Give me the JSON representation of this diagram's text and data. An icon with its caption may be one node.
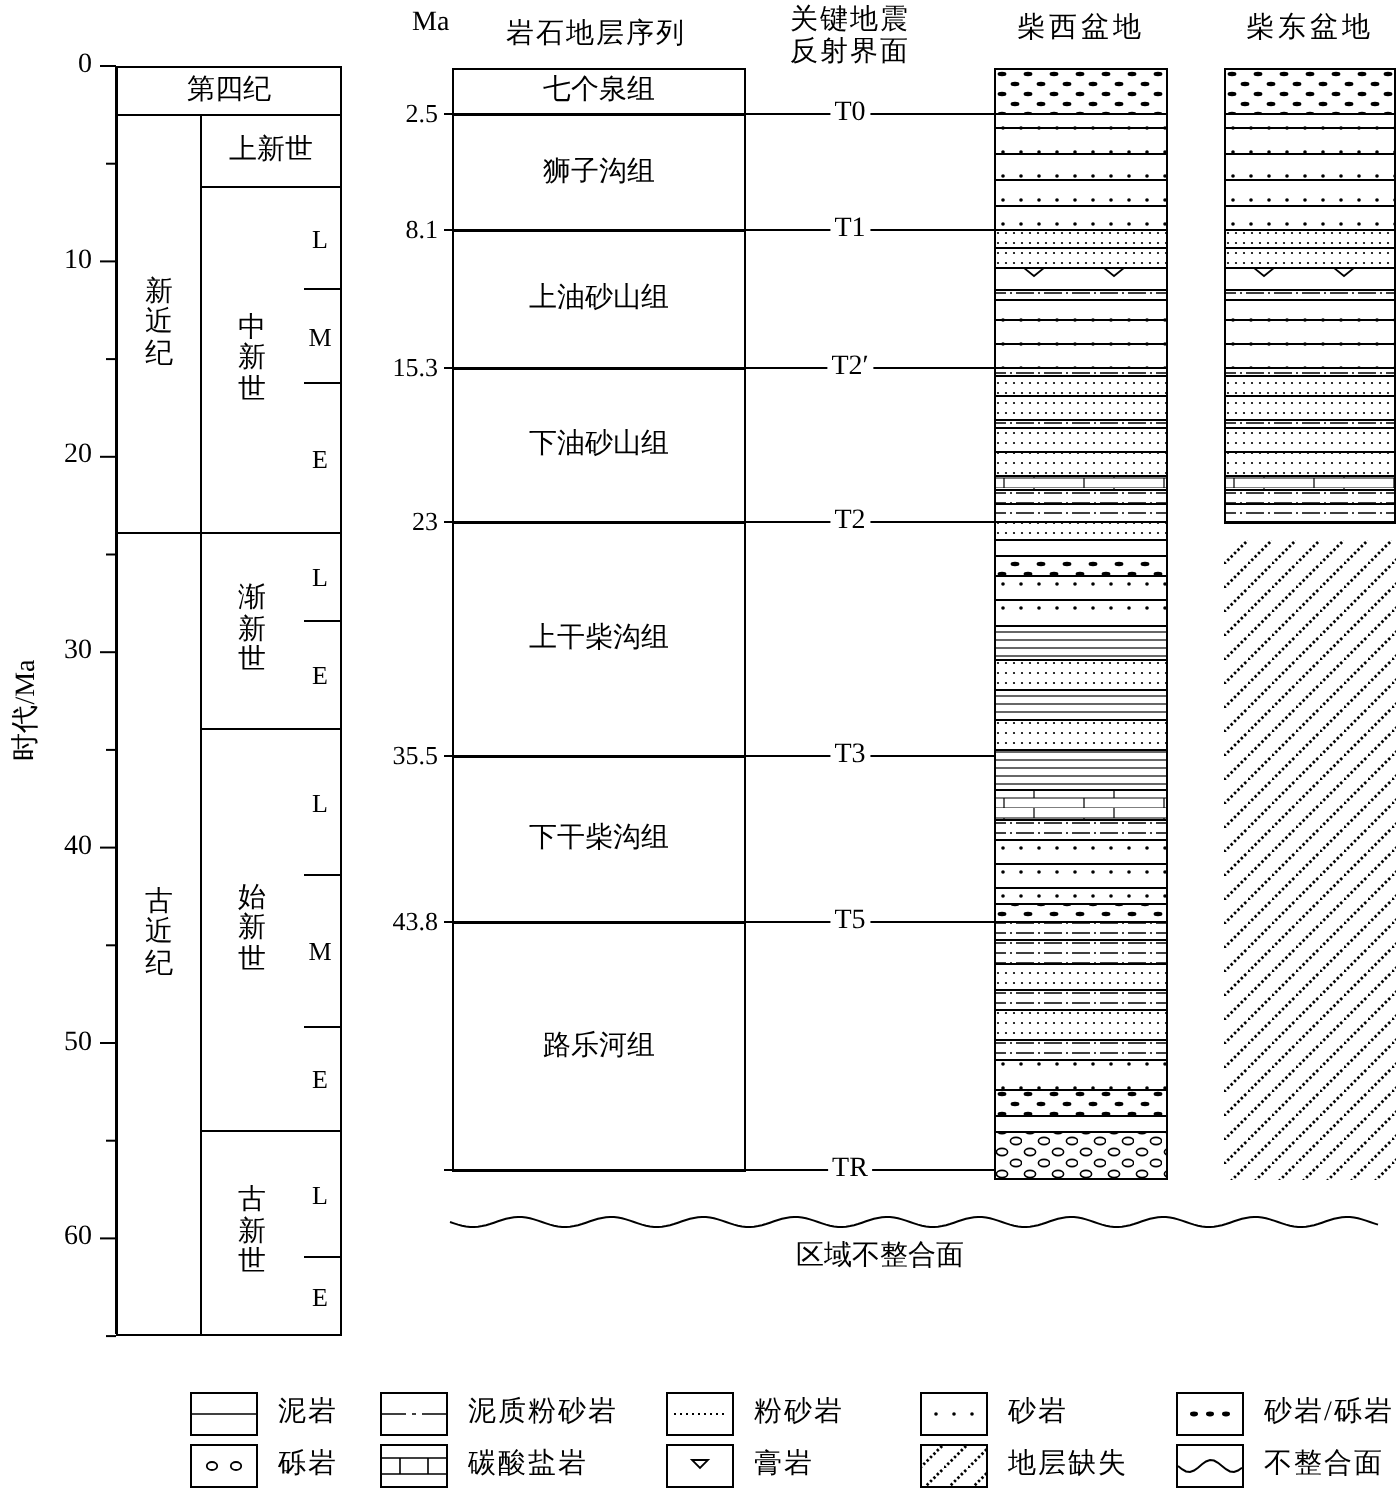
{
  "diagram": {
    "nodes": [
      {
        "text": [
          "第四纪"
        ]
      },
      {
        "text": [
          "新近纪"
        ]
      },
      {
        "text": [
          "古近纪"
        ]
      },
      {
        "text": [
          "上新世"
        ]
      },
      {
        "text": [
          "中新世",
          "L",
          "M",
          "E"
        ]
      },
      {
        "text": [
          "渐新世",
          "L",
          "E"
        ]
      },
      {
        "text": [
          "始新世",
          "L",
          "M",
          "E"
        ]
      },
      {
        "text": [
          "古新世",
          "L",
          "E"
        ]
      },
      {
        "text": [
          "七个泉组"
        ]
      },
      {
        "text": [
          "狮子沟组"
        ]
      },
      {
        "text": [
          "上油砂山组"
        ]
      },
      {
        "text": [
          "下油砂山组"
        ]
      },
      {
        "text": [
          "上干柴沟组"
        ]
      },
      {
        "text": [
          "下干柴沟组"
        ]
      },
      {
        "text": [
          "路乐河组"
        ]
      },
      {
        "text": [
          "柴西盆地"
        ]
      },
      {
        "text": [
          "柴东盆地"
        ]
      }
    ],
    "labels": [
      "0",
      "10",
      "20",
      "30",
      "40",
      "50",
      "60",
      "时代/Ma",
      "Ma",
      "岩石地层序列",
      "关键地震反射界面",
      "2.5",
      "8.1",
      "15.3",
      "23",
      "35.5",
      "43.8",
      "T0",
      "T1",
      "T2′",
      "T2",
      "T3",
      "T5",
      "TR",
      "区域不整合面"
    ],
    "legend": [
      {
        "text": "泥岩"
      },
      {
        "text": "泥质粉砂岩"
      },
      {
        "text": "粉砂岩"
      },
      {
        "text": "砂岩"
      },
      {
        "text": "砂岩/砾岩"
      },
      {
        "text": "砾岩"
      },
      {
        "text": "碳酸盐岩"
      },
      {
        "text": "膏岩"
      },
      {
        "text": "地层缺失"
      },
      {
        "text": "不整合面"
      }
    ]
  }
}
